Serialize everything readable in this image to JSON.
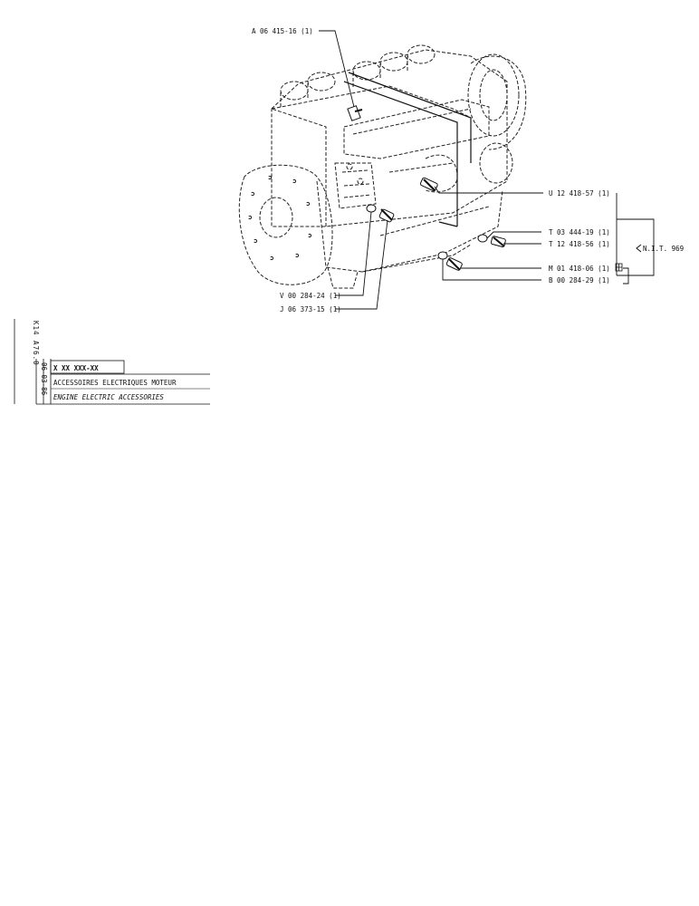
{
  "parts": [
    {
      "ref": "A 06 415-16 (1)"
    },
    {
      "ref": "U 12 418-57 (1)"
    },
    {
      "ref": "T 03 444-19 (1)"
    },
    {
      "ref": "T 12 418-56 (1)"
    },
    {
      "ref": "M 01 418-06 (1)"
    },
    {
      "ref": "B 00 284-29 (1)"
    },
    {
      "ref": "V 00 284-24 (1)"
    },
    {
      "ref": "J 06 373-15 (1)"
    }
  ],
  "note": "N.I.T. 969",
  "title_block": {
    "code": "K14 A76.0",
    "date": "06-03-86",
    "number": "X XX XXX-XX",
    "title_fr": "ACCESSOIRES ELECTRIQUES MOTEUR",
    "title_en": "ENGINE ELECTRIC ACCESSORIES"
  },
  "colors": {
    "ink": "#111111",
    "paper": "#ffffff"
  }
}
